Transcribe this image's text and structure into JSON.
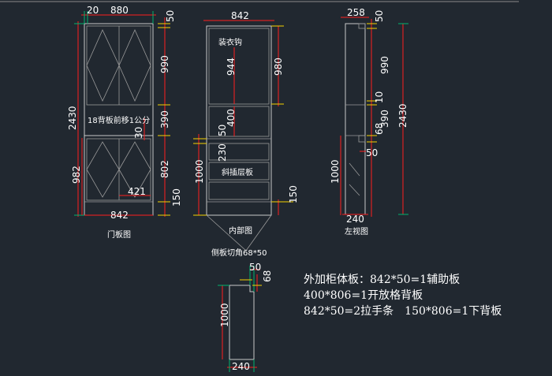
{
  "colors": {
    "background": "#212830",
    "outline": "#c8c8c8",
    "dim_line": "#ff1e1e",
    "ext_line": "#00b46e",
    "tick": "#f5d200",
    "text": "#ffffff"
  },
  "door_view": {
    "caption": "门板图",
    "dims": {
      "left_gap": "20",
      "width": "880",
      "top_gap": "50",
      "total_h": "2430",
      "upper_door_h": "990",
      "middle_h": "390",
      "gap_30": "30",
      "lower_door_h": "802",
      "lower_left_h": "982",
      "base_h": "150",
      "half_w": "421",
      "bottom_w": "842"
    },
    "note": "18背板前移1公分"
  },
  "interior_view": {
    "caption": "内部图",
    "dims": {
      "width": "842",
      "upper_h": "944",
      "upper_right_h": "980",
      "mid_h": "400",
      "drawer_gap": "50",
      "drawer_h": "230",
      "lower_h": "1000",
      "base_h": "150"
    },
    "labels": {
      "wardrobe": "装衣钩",
      "shelf": "斜插层板"
    },
    "bevel_note": "侧板切角68*50"
  },
  "side_view": {
    "caption": "左视图",
    "dims": {
      "top_w": "258",
      "top_gap": "50",
      "upper_h": "990",
      "total_h": "2430",
      "gap_10": "10",
      "mid_h": "390",
      "notch_h": "68",
      "notch_w": "50",
      "lower_h": "1000",
      "bottom_w": "240"
    }
  },
  "detail_view": {
    "dims": {
      "top_w": "50",
      "top_h": "68",
      "height": "1000",
      "bottom_w": "240"
    }
  },
  "notes": [
    "外加柜体板：842*50=1辅助板",
    "400*806=1开放格背板",
    "842*50=2拉手条　150*806=1下背板"
  ]
}
